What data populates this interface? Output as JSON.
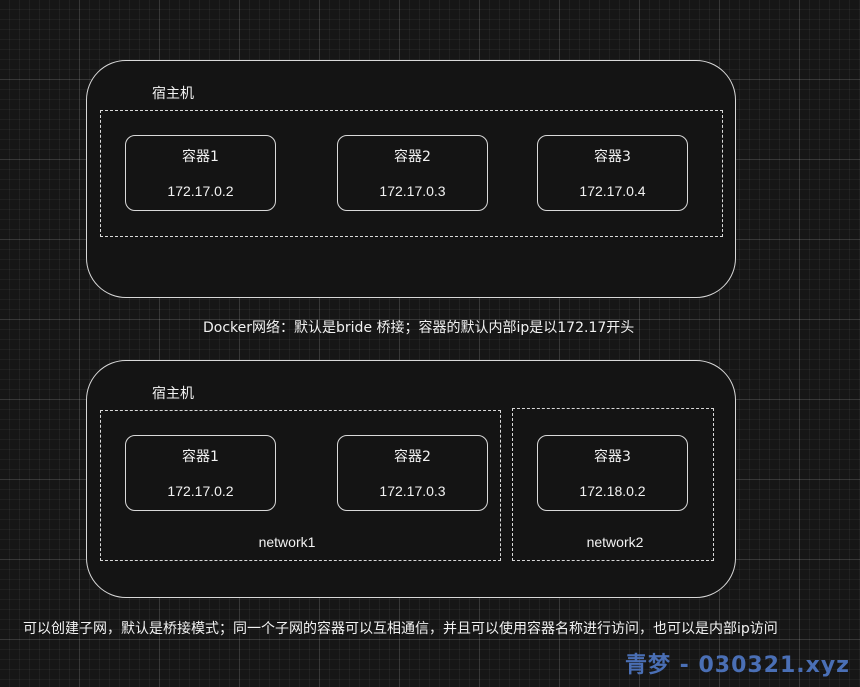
{
  "diagram1": {
    "host_label": "宿主机",
    "containers": [
      {
        "name": "容器1",
        "ip": "172.17.0.2"
      },
      {
        "name": "容器2",
        "ip": "172.17.0.3"
      },
      {
        "name": "容器3",
        "ip": "172.17.0.4"
      }
    ],
    "caption": "Docker网络：默认是bride 桥接；容器的默认内部ip是以172.17开头"
  },
  "diagram2": {
    "host_label": "宿主机",
    "networks": [
      {
        "label": "network1"
      },
      {
        "label": "network2"
      }
    ],
    "containers": [
      {
        "name": "容器1",
        "ip": "172.17.0.2"
      },
      {
        "name": "容器2",
        "ip": "172.17.0.3"
      },
      {
        "name": "容器3",
        "ip": "172.18.0.2"
      }
    ],
    "caption": "可以创建子网，默认是桥接模式；同一个子网的容器可以互相通信，并且可以使用容器名称进行访问，也可以是内部ip访问"
  },
  "watermark": "青梦 - 030321.xyz",
  "colors": {
    "background": "#161616",
    "stroke": "#d9d9d9",
    "text": "#f2f2f2",
    "watermark": "#4a6fb5"
  }
}
